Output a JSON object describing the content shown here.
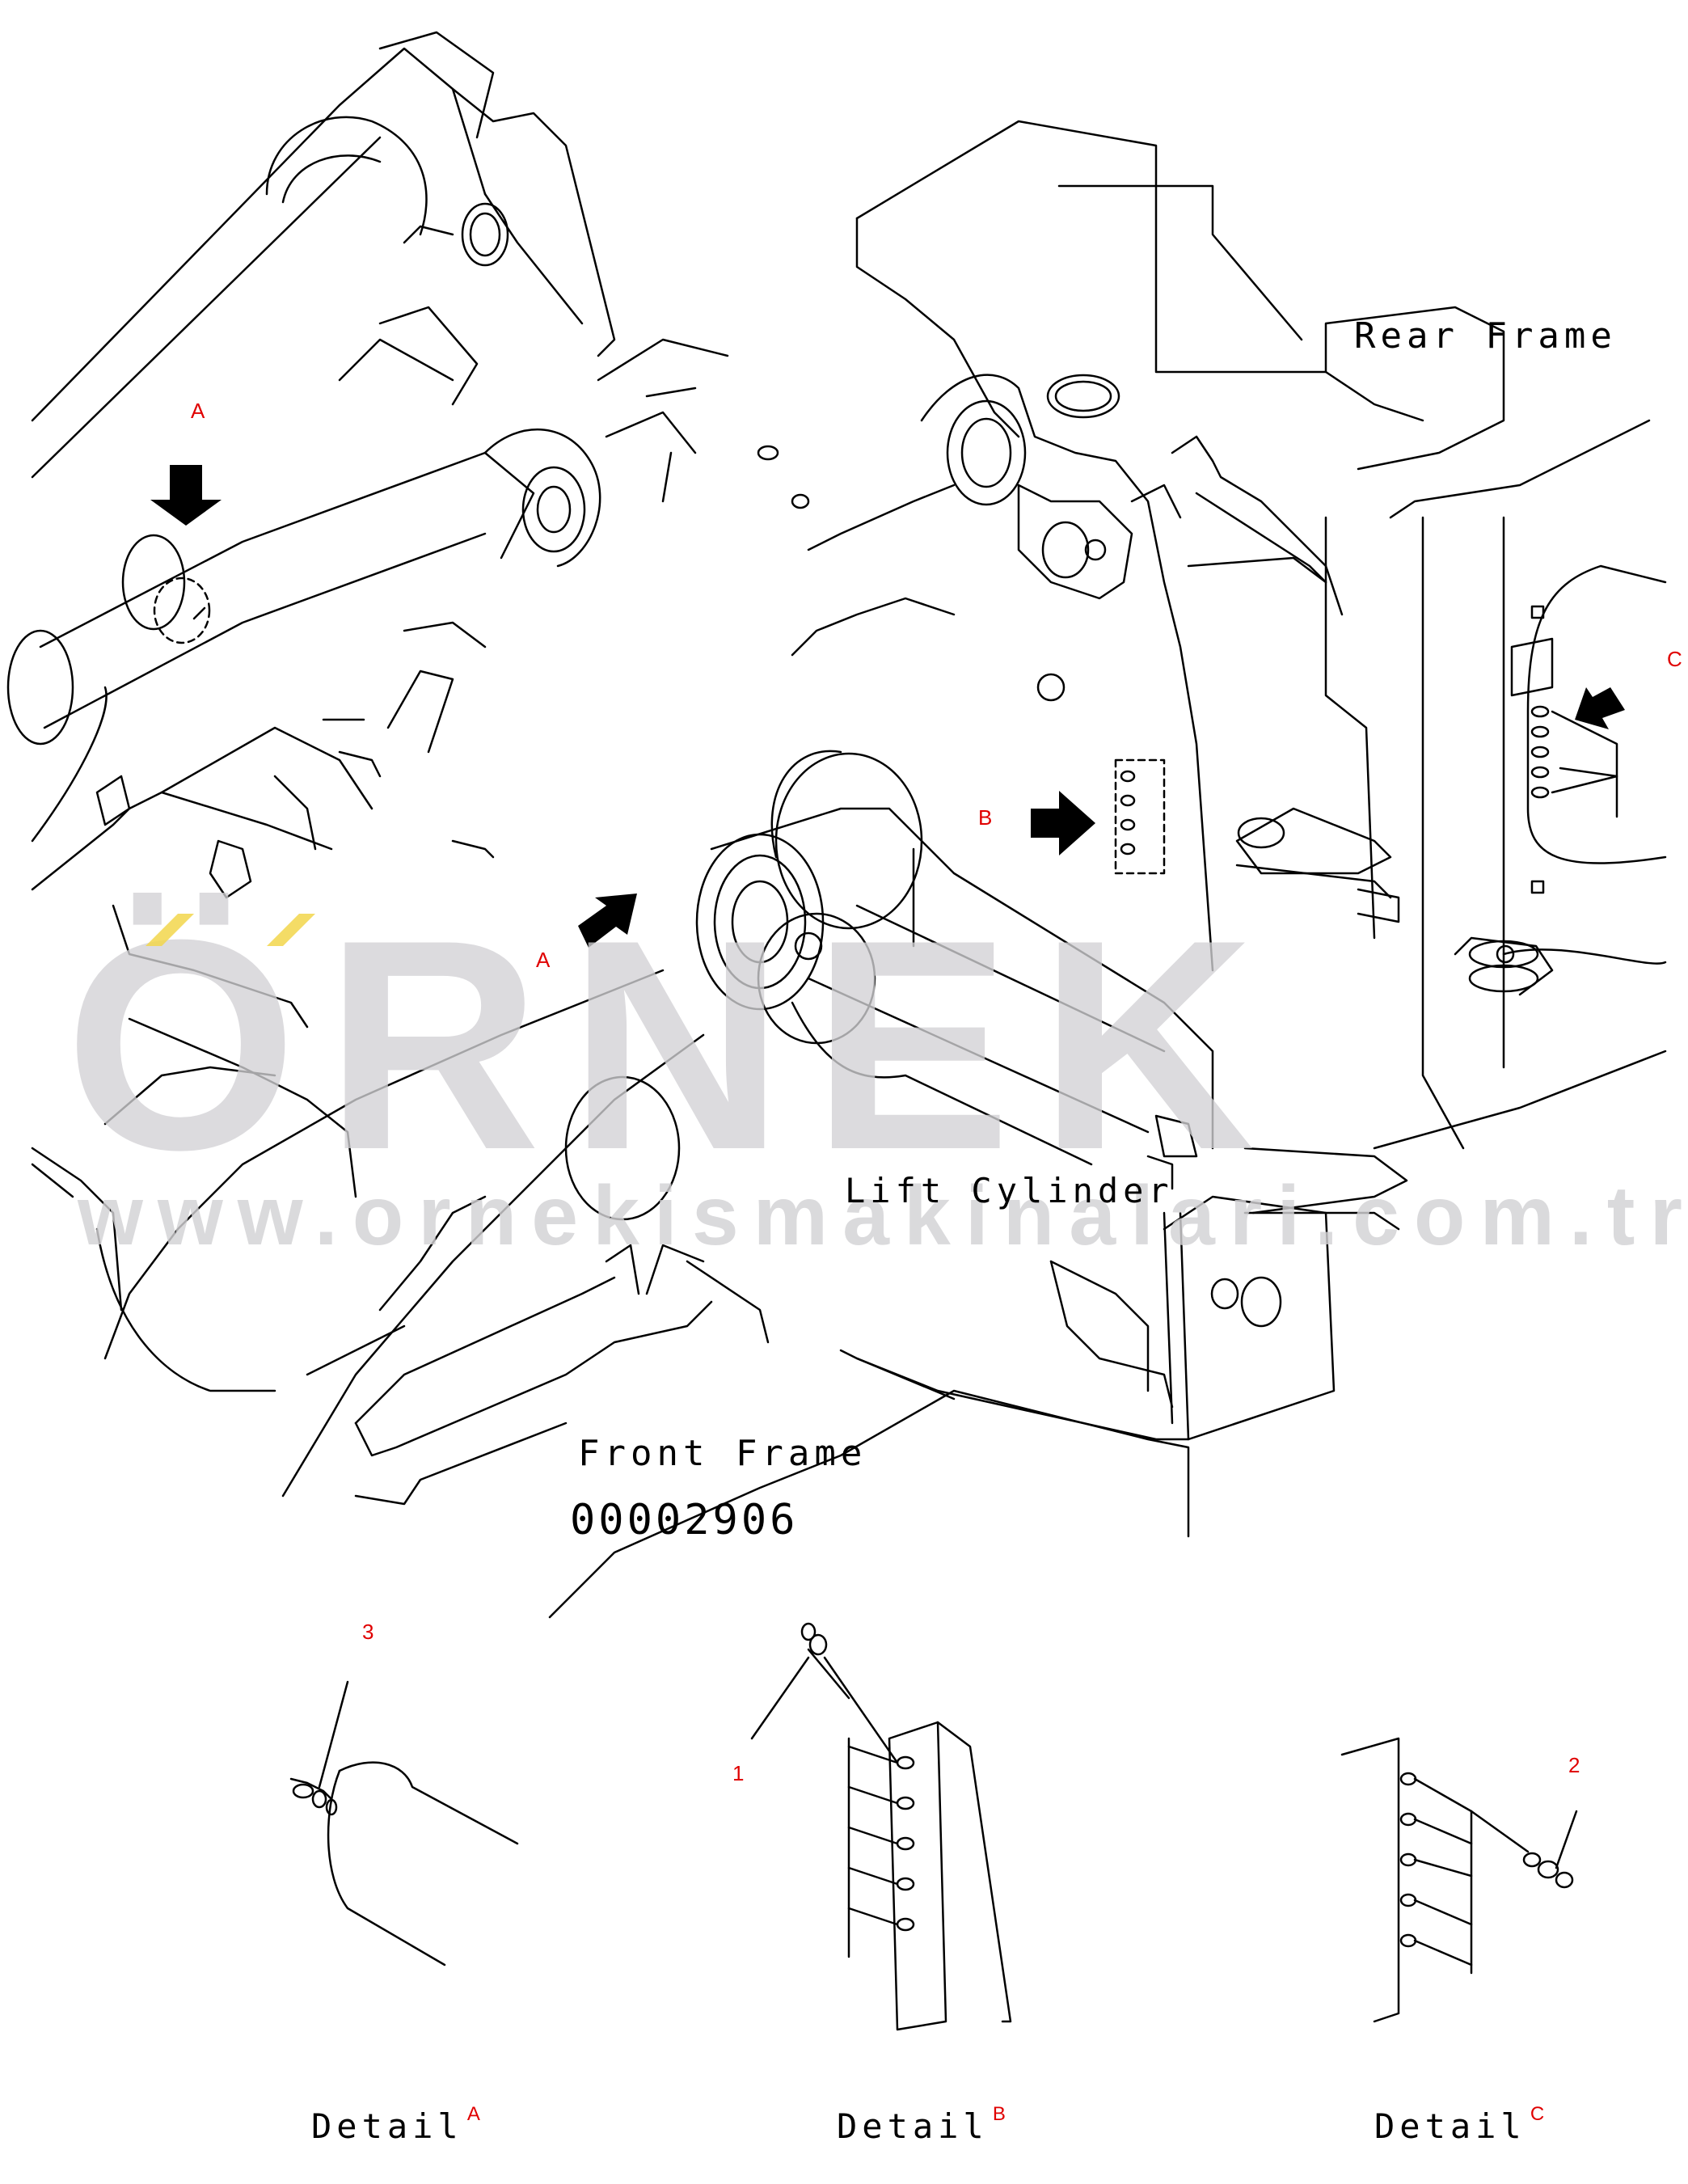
{
  "labels": {
    "rear_frame": "Rear Frame",
    "lift_cylinder": "Lift Cylinder",
    "front_frame": "Front Frame",
    "drawing_number": "00002906"
  },
  "callouts": {
    "arrow_a_upper": "A",
    "arrow_a_lower": "A",
    "arrow_b": "B",
    "arrow_c": "C",
    "part_1": "1",
    "part_2": "2",
    "part_3": "3"
  },
  "details": {
    "a": {
      "word": "Detail",
      "letter": "A"
    },
    "b": {
      "word": "Detail",
      "letter": "B"
    },
    "c": {
      "word": "Detail",
      "letter": "C"
    }
  },
  "watermark": {
    "brand": "ÖRNEK",
    "url": "www.ornekismakinalari.com.tr"
  },
  "colors": {
    "line": "#000000",
    "callout": "#e00000",
    "watermark_gray": "#d3d2d5",
    "watermark_accent": "#f2d64b"
  }
}
